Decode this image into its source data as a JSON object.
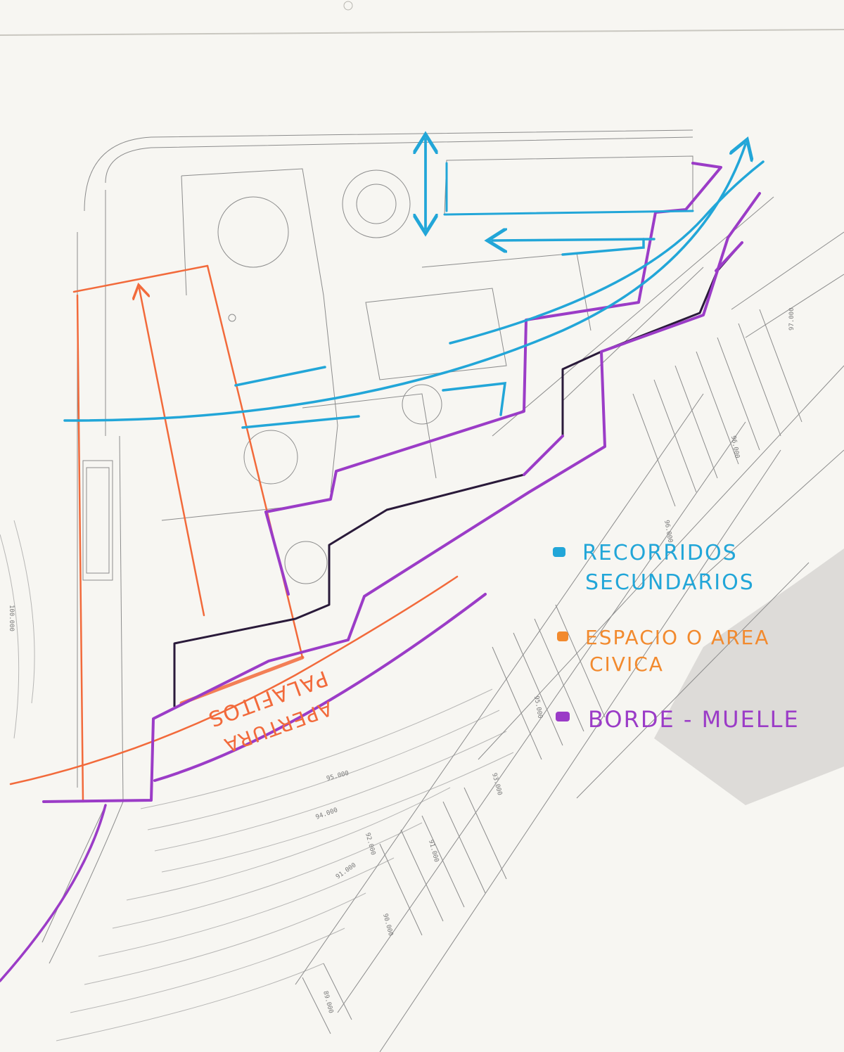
{
  "legend": {
    "items": [
      {
        "line1": "RECORRIDOS",
        "line2": "SECUNDARIOS",
        "color": "#22a6d8"
      },
      {
        "line1": "ESPACIO O AREA",
        "line2": "CIVICA",
        "color": "#f28a2e"
      },
      {
        "line1": "BORDE - MUELLE",
        "line2": "",
        "color": "#9b3cc7"
      }
    ]
  },
  "annotations": {
    "label_1": "PALAFITOS",
    "label_2": "APERTURA"
  },
  "contour_labels": [
    "97.000",
    "96.000",
    "96.000",
    "95.000",
    "94.000",
    "93.000",
    "92.000",
    "91.000",
    "91.000",
    "90.000",
    "89.000",
    "100.000",
    "95.000"
  ],
  "colors": {
    "paper": "#f4f3ef",
    "pencil": "#8c8c8c",
    "blue": "#22a6d8",
    "orange": "#f26a3b",
    "purple": "#9b3cc7",
    "dark": "#2a1a3a"
  }
}
